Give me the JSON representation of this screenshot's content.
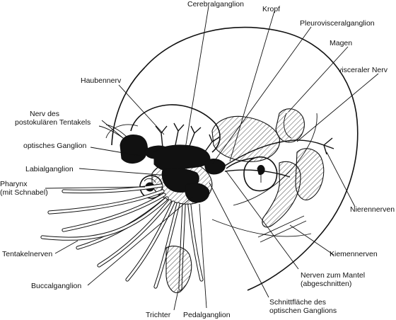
{
  "labels": {
    "cerebralganglion": "Cerebralganglion",
    "kropf": "Kropf",
    "pleurovisceralganglion": "Pleurovisceralganglion",
    "magen": "Magen",
    "visceraler_nerv": "visceraler Nerv",
    "haubennerv": "Haubennerv",
    "nerv_tentakel_1": "Nerv des",
    "nerv_tentakel_2": "postokulären Tentakels",
    "optisches_ganglion": "optisches Ganglion",
    "labialganglion": "Labialganglion",
    "pharynx_1": "Pharynx",
    "pharynx_2": "(mit Schnabel)",
    "nierennerven": "Nierennerven",
    "tentakelnerven": "Tentakelnerven",
    "kiemennerven": "Kiemennerven",
    "buccalganglion": "Buccalganglion",
    "nerven_mantel_1": "Nerven zum Mantel",
    "nerven_mantel_2": "(abgeschnitten)",
    "schnittflaeche_1": "Schnittfläche des",
    "schnittflaeche_2": "optischen Ganglions",
    "trichter": "Trichter",
    "pedalganglion": "Pedalganglion"
  }
}
